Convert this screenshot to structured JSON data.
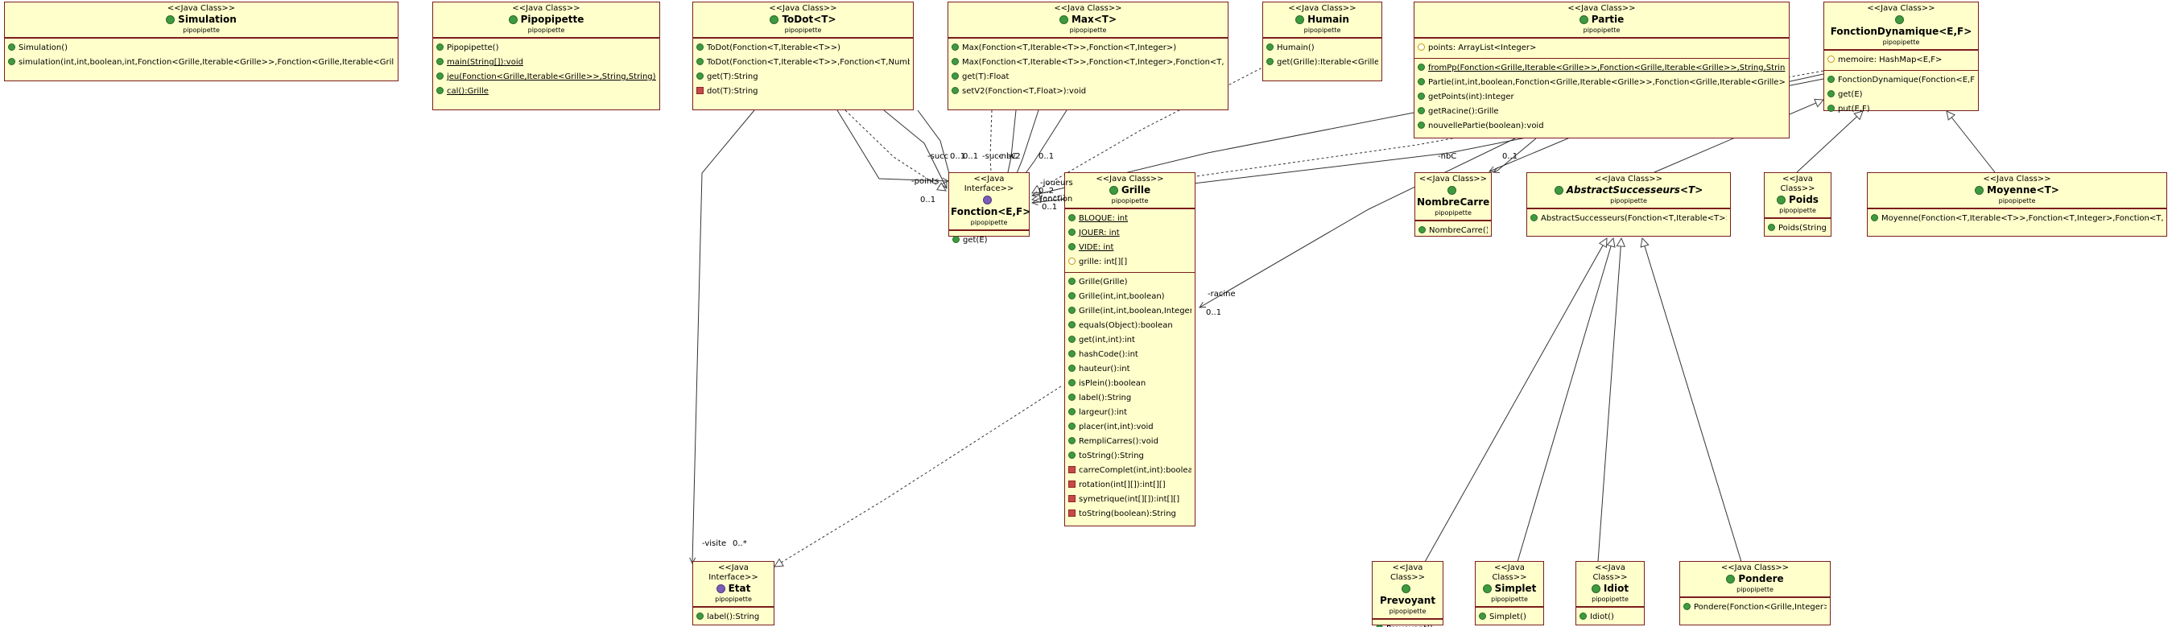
{
  "classes": [
    {
      "id": "simulation",
      "stereotype": "<<Java Class>>",
      "name": "Simulation",
      "kind": "class",
      "pkg": "pipopipette",
      "fields": [],
      "methods": [
        {
          "vis": "pub",
          "text": "Simulation()"
        },
        {
          "vis": "pub",
          "text": "simulation(int,int,boolean,int,Fonction<Grille,Iterable<Grille>>,Fonction<Grille,Iterable<Grille>>):float"
        }
      ]
    },
    {
      "id": "pipopipette",
      "stereotype": "<<Java Class>>",
      "name": "Pipopipette",
      "kind": "class",
      "pkg": "pipopipette",
      "fields": [],
      "methods": [
        {
          "vis": "pub",
          "text": "Pipopipette()"
        },
        {
          "vis": "pub",
          "static": true,
          "text": "main(String[]):void"
        },
        {
          "vis": "pub",
          "static": true,
          "text": "jeu(Fonction<Grille,Iterable<Grille>>,String,String):void"
        },
        {
          "vis": "pub",
          "static": true,
          "text": "cal():Grille"
        }
      ]
    },
    {
      "id": "todot",
      "stereotype": "<<Java Class>>",
      "name": "ToDot<T>",
      "kind": "class",
      "pkg": "pipopipette",
      "fields": [],
      "methods": [
        {
          "vis": "pub",
          "text": "ToDot(Fonction<T,Iterable<T>>)"
        },
        {
          "vis": "pub",
          "text": "ToDot(Fonction<T,Iterable<T>>,Fonction<T,Number>)"
        },
        {
          "vis": "pub",
          "text": "get(T):String"
        },
        {
          "vis": "priv",
          "text": "dot(T):String"
        }
      ]
    },
    {
      "id": "max",
      "stereotype": "<<Java Class>>",
      "name": "Max<T>",
      "kind": "class",
      "pkg": "pipopipette",
      "fields": [],
      "methods": [
        {
          "vis": "pub",
          "text": "Max(Fonction<T,Iterable<T>>,Fonction<T,Integer>)"
        },
        {
          "vis": "pub",
          "text": "Max(Fonction<T,Iterable<T>>,Fonction<T,Integer>,Fonction<T,Float>)"
        },
        {
          "vis": "pub",
          "text": "get(T):Float"
        },
        {
          "vis": "pub",
          "text": "setV2(Fonction<T,Float>):void"
        }
      ]
    },
    {
      "id": "humain",
      "stereotype": "<<Java Class>>",
      "name": "Humain",
      "kind": "class",
      "pkg": "pipopipette",
      "fields": [],
      "methods": [
        {
          "vis": "pub",
          "text": "Humain()"
        },
        {
          "vis": "pub",
          "text": "get(Grille):Iterable<Grille>"
        }
      ]
    },
    {
      "id": "partie",
      "stereotype": "<<Java Class>>",
      "name": "Partie",
      "kind": "class",
      "pkg": "pipopipette",
      "fields": [
        {
          "vis": "def",
          "text": "points: ArrayList<Integer>"
        }
      ],
      "methods": [
        {
          "vis": "pub",
          "static": true,
          "text": "fromPp(Fonction<Grille,Iterable<Grille>>,Fonction<Grille,Iterable<Grille>>,String,String):Partie"
        },
        {
          "vis": "pub",
          "text": "Partie(int,int,boolean,Fonction<Grille,Iterable<Grille>>,Fonction<Grille,Iterable<Grille>>)"
        },
        {
          "vis": "pub",
          "text": "getPoints(int):Integer"
        },
        {
          "vis": "pub",
          "text": "getRacine():Grille"
        },
        {
          "vis": "pub",
          "text": "nouvellePartie(boolean):void"
        }
      ]
    },
    {
      "id": "fdyn",
      "stereotype": "<<Java Class>>",
      "name": "FonctionDynamique<E,F>",
      "kind": "class",
      "pkg": "pipopipette",
      "fields": [
        {
          "vis": "def",
          "text": "memoire: HashMap<E,F>"
        }
      ],
      "methods": [
        {
          "vis": "pub",
          "text": "FonctionDynamique(Fonction<E,F>)"
        },
        {
          "vis": "pub",
          "text": "get(E)"
        },
        {
          "vis": "pub",
          "text": "put(E,F)"
        }
      ]
    },
    {
      "id": "fonction",
      "stereotype": "<<Java Interface>>",
      "name": "Fonction<E,F>",
      "kind": "interface",
      "pkg": "pipopipette",
      "fields": [],
      "methods": [
        {
          "vis": "pub",
          "text": "get(E)"
        }
      ]
    },
    {
      "id": "grille",
      "stereotype": "<<Java Class>>",
      "name": "Grille",
      "kind": "class",
      "pkg": "pipopipette",
      "fields": [
        {
          "vis": "pub",
          "static": true,
          "final": true,
          "text": "BLOQUE: int"
        },
        {
          "vis": "pub",
          "static": true,
          "final": true,
          "text": "JOUER: int"
        },
        {
          "vis": "pub",
          "static": true,
          "final": true,
          "text": "VIDE: int"
        },
        {
          "vis": "def",
          "text": "grille: int[][]"
        }
      ],
      "methods": [
        {
          "vis": "pub",
          "text": "Grille(Grille)"
        },
        {
          "vis": "pub",
          "text": "Grille(int,int,boolean)"
        },
        {
          "vis": "pub",
          "text": "Grille(int,int,boolean,Integer[])"
        },
        {
          "vis": "pub",
          "text": "equals(Object):boolean"
        },
        {
          "vis": "pub",
          "text": "get(int,int):int"
        },
        {
          "vis": "pub",
          "text": "hashCode():int"
        },
        {
          "vis": "pub",
          "text": "hauteur():int"
        },
        {
          "vis": "pub",
          "text": "isPlein():boolean"
        },
        {
          "vis": "pub",
          "text": "label():String"
        },
        {
          "vis": "pub",
          "text": "largeur():int"
        },
        {
          "vis": "pub",
          "text": "placer(int,int):void"
        },
        {
          "vis": "pub",
          "text": "RempliCarres():void"
        },
        {
          "vis": "pub",
          "text": "toString():String"
        },
        {
          "vis": "priv",
          "text": "carreComplet(int,int):boolean"
        },
        {
          "vis": "priv",
          "text": "rotation(int[][]):int[][]"
        },
        {
          "vis": "priv",
          "text": "symetrique(int[][]):int[][]"
        },
        {
          "vis": "priv",
          "text": "toString(boolean):String"
        }
      ]
    },
    {
      "id": "nombrecarre",
      "stereotype": "<<Java Class>>",
      "name": "NombreCarre",
      "kind": "class",
      "pkg": "pipopipette",
      "fields": [],
      "methods": [
        {
          "vis": "pub",
          "text": "NombreCarre()"
        }
      ]
    },
    {
      "id": "abssucc",
      "stereotype": "<<Java Class>>",
      "name": "AbstractSuccesseurs<T>",
      "kind": "class",
      "abstract": true,
      "pkg": "pipopipette",
      "fields": [],
      "methods": [
        {
          "vis": "pub",
          "text": "AbstractSuccesseurs(Fonction<T,Iterable<T>>)"
        }
      ]
    },
    {
      "id": "poids",
      "stereotype": "<<Java Class>>",
      "name": "Poids",
      "kind": "class",
      "pkg": "pipopipette",
      "fields": [],
      "methods": [
        {
          "vis": "pub",
          "text": "Poids(String)"
        }
      ]
    },
    {
      "id": "moyenne",
      "stereotype": "<<Java Class>>",
      "name": "Moyenne<T>",
      "kind": "class",
      "pkg": "pipopipette",
      "fields": [],
      "methods": [
        {
          "vis": "pub",
          "text": "Moyenne(Fonction<T,Iterable<T>>,Fonction<T,Integer>,Fonction<T,Float>)"
        }
      ]
    },
    {
      "id": "etat",
      "stereotype": "<<Java Interface>>",
      "name": "Etat",
      "kind": "interface",
      "pkg": "pipopipette",
      "fields": [],
      "methods": [
        {
          "vis": "pub",
          "text": "label():String"
        }
      ]
    },
    {
      "id": "prevoyant",
      "stereotype": "<<Java Class>>",
      "name": "Prevoyant",
      "kind": "class",
      "pkg": "pipopipette",
      "fields": [],
      "methods": [
        {
          "vis": "pub",
          "text": "Prevoyant()"
        }
      ]
    },
    {
      "id": "simplet",
      "stereotype": "<<Java Class>>",
      "name": "Simplet",
      "kind": "class",
      "pkg": "pipopipette",
      "fields": [],
      "methods": [
        {
          "vis": "pub",
          "text": "Simplet()"
        }
      ]
    },
    {
      "id": "idiot",
      "stereotype": "<<Java Class>>",
      "name": "Idiot",
      "kind": "class",
      "pkg": "pipopipette",
      "fields": [],
      "methods": [
        {
          "vis": "pub",
          "text": "Idiot()"
        }
      ]
    },
    {
      "id": "pondere",
      "stereotype": "<<Java Class>>",
      "name": "Pondere",
      "kind": "class",
      "pkg": "pipopipette",
      "fields": [],
      "methods": [
        {
          "vis": "pub",
          "text": "Pondere(Fonction<Grille,Integer>)"
        }
      ]
    }
  ],
  "edge_labels": [
    {
      "id": "l-succ",
      "text": "-succ"
    },
    {
      "id": "l-01a",
      "text": "0..1"
    },
    {
      "id": "l-01b",
      "text": "0..1"
    },
    {
      "id": "l-points",
      "text": "-points"
    },
    {
      "id": "l-01c",
      "text": "0..1"
    },
    {
      "id": "l-succ2",
      "text": "-succ"
    },
    {
      "id": "l-nbc",
      "text": "-nbC"
    },
    {
      "id": "l-v2",
      "text": "-v2"
    },
    {
      "id": "l-01d",
      "text": "0..1"
    },
    {
      "id": "l-joueurs",
      "text": "-joueurs"
    },
    {
      "id": "l-02",
      "text": "0..2"
    },
    {
      "id": "l-fonction",
      "text": "-fonction"
    },
    {
      "id": "l-01e",
      "text": "0..1"
    },
    {
      "id": "l-nbc2",
      "text": "-nbC"
    },
    {
      "id": "l-01f",
      "text": "0..1"
    },
    {
      "id": "l-racine",
      "text": "-racine"
    },
    {
      "id": "l-01g",
      "text": "0..1"
    },
    {
      "id": "l-visite",
      "text": "-visite"
    },
    {
      "id": "l-0star",
      "text": "0..*"
    }
  ]
}
